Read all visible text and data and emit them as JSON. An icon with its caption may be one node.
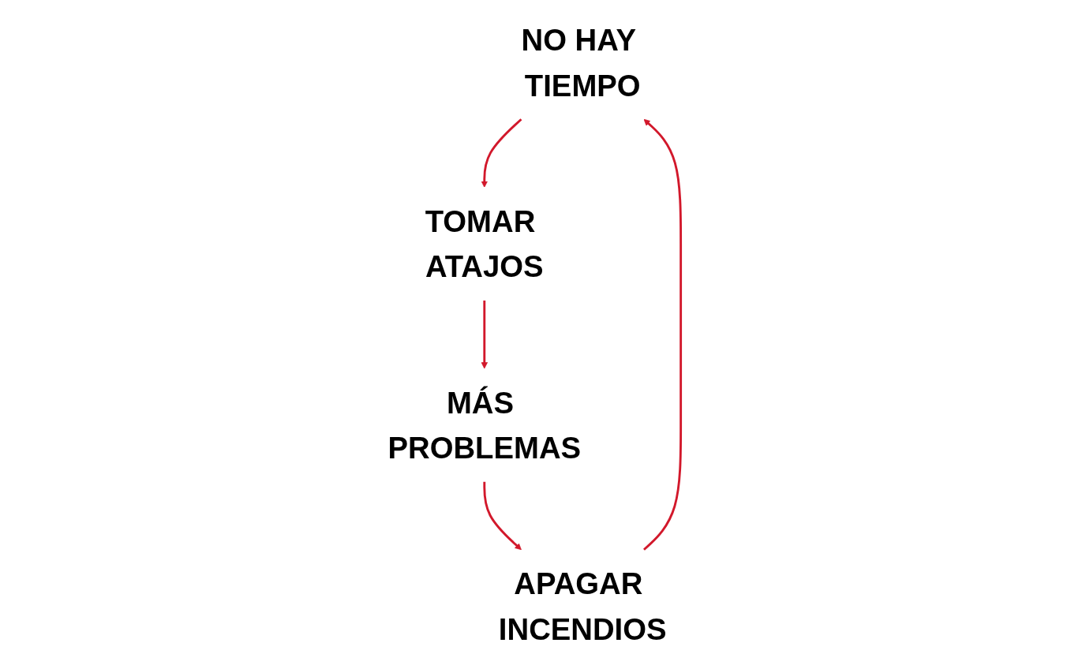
{
  "diagram": {
    "nodes": [
      {
        "text": [
          "NO HAY TIEMPO"
        ]
      },
      {
        "text": [
          "TOMAR ATAJOS"
        ]
      },
      {
        "text": [
          "APAGAR INCENDIOS"
        ]
      },
      {
        "text": [
          "MÁS PROBLEMAS"
        ]
      }
    ],
    "edges": [
      {
        "from": 0,
        "to": 1,
        "arrow": "to"
      },
      {
        "from": 1,
        "to": 3,
        "arrow": "to"
      },
      {
        "from": 3,
        "to": 2,
        "arrow": "to"
      },
      {
        "from": 2,
        "to": 0,
        "arrow": "to"
      }
    ]
  }
}
